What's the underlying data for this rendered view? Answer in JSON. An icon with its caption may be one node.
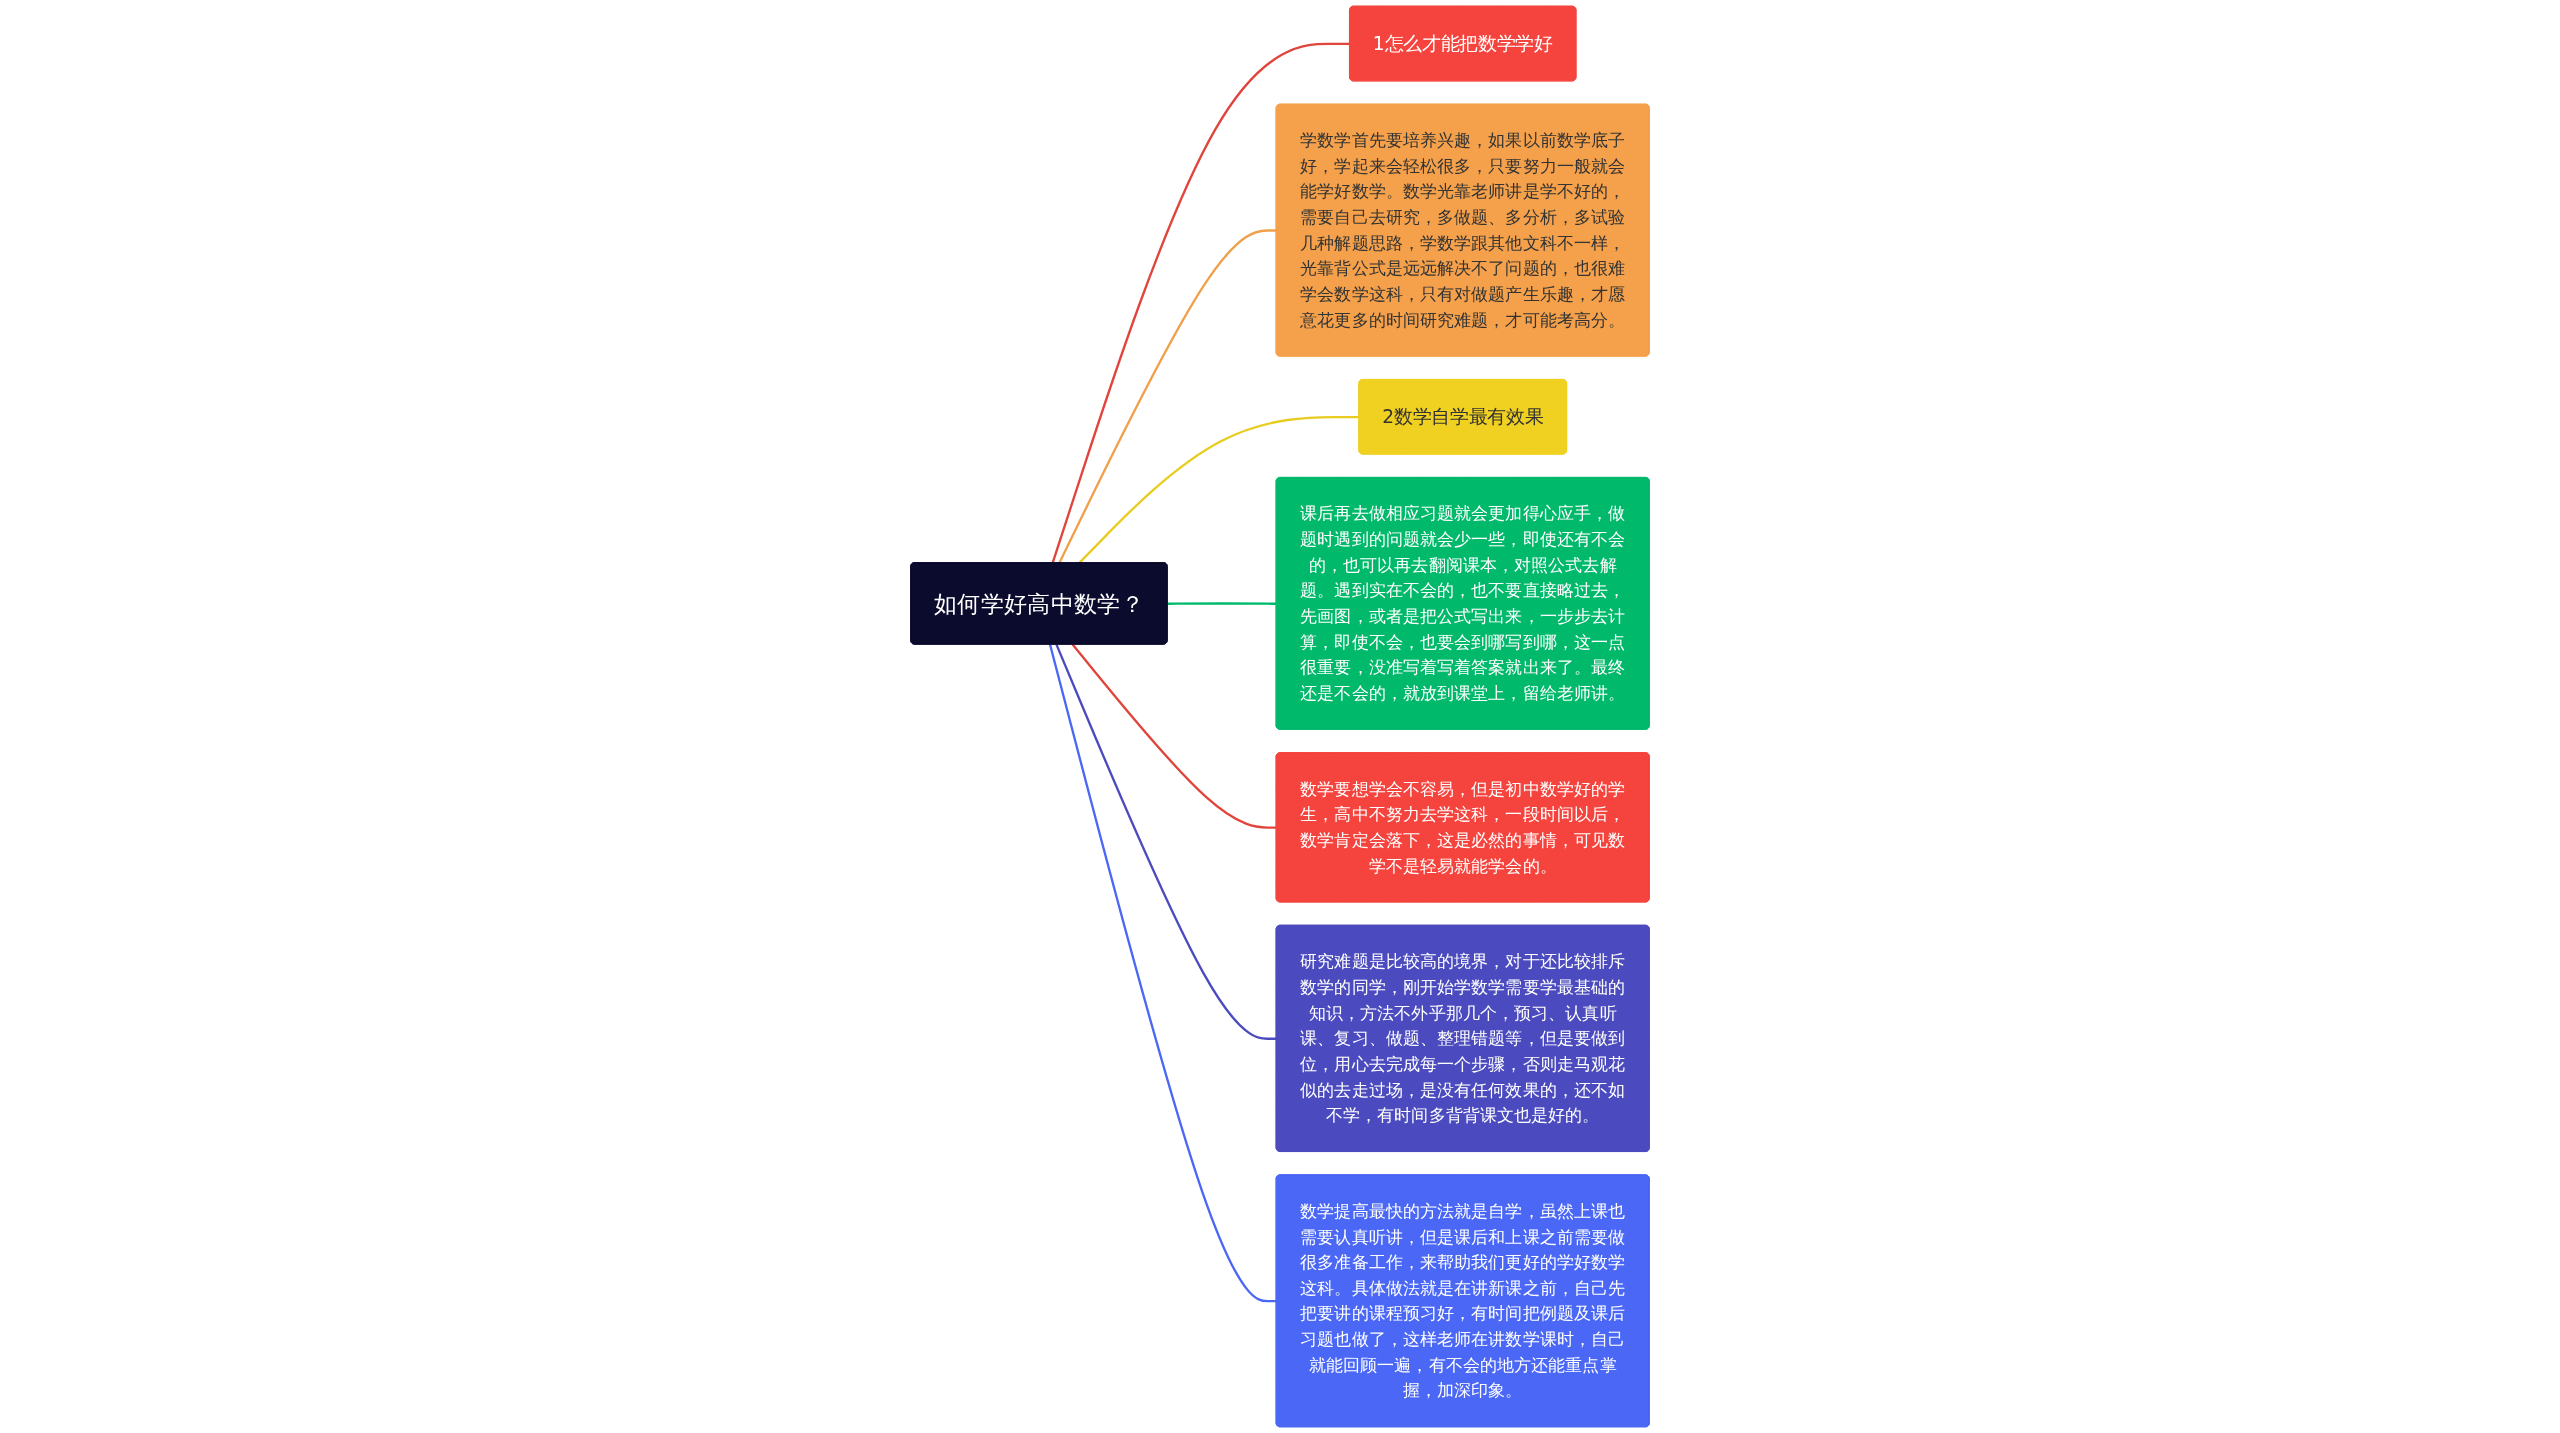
{
  "diagram": {
    "nodes": [
      {
        "text": [
          "如何学好高中数学？"
        ]
      },
      {
        "text": [
          "1怎么才能把数学学好"
        ]
      },
      {
        "text": [
          "学数学首先要培养兴趣，如果以前数学底子好，学起来会轻松很多，只要努力一般就会能学好数学。数学光靠老师讲是学不好的，需要自己去研究，多做题、多分析，多试验几种解题思路，学数学跟其他文科不一样，光靠背公式是远远解决不了问题的，也很难学会数学这科，只有对做题产生乐趣，才愿意花更多的时间研究难题，才可能考高分。"
        ]
      },
      {
        "text": [
          "2数学自学最有效果"
        ]
      },
      {
        "text": [
          "课后再去做相应习题就会更加得心应手，做题时遇到的问题就会少一些，即使还有不会的，也可以再去翻阅课本，对照公式去解题。遇到实在不会的，也不要直接略过去，先画图，或者是把公式写出来，一步步去计算，即使不会，也要会到哪写到哪，这一点很重要，没准写着写着答案就出来了。最终还是不会的，就放到课堂上，留给老师讲。"
        ]
      },
      {
        "text": [
          "数学要想学会不容易，但是初中数学好的学生，高中不努力去学这科，一段时间以后，数学肯定会落下，这是必然的事情，可见数学不是轻易就能学会的。"
        ]
      },
      {
        "text": [
          "研究难题是比较高的境界，对于还比较排斥数学的同学，刚开始学数学需要学最基础的知识，方法不外乎那几个，预习、认真听课、复习、做题、整理错题等，但是要做到位，用心去完成每一个步骤，否则走马观花似的去走过场，是没有任何效果的，还不如不学，有时间多背背课文也是好的。"
        ]
      },
      {
        "text": [
          "数学提高最快的方法就是自学，虽然上课也需要认真听讲，但是课后和上课之前需要做很多准备工作，来帮助我们更好的学好数学这科。具体做法就是在讲新课之前，自己先把要讲的课程预习好，有时间把例题及课后习题也做了，这样老师在讲数学课时，自己就能回顾一遍，有不会的地方还能重点掌握，加深印象。"
        ]
      }
    ],
    "edges": [
      {
        "from": 0,
        "to": 1,
        "arrow": "none",
        "color": "#e0443a"
      },
      {
        "from": 0,
        "to": 2,
        "arrow": "none",
        "color": "#f0a04a"
      },
      {
        "from": 0,
        "to": 3,
        "arrow": "none",
        "color": "#e8cc20"
      },
      {
        "from": 0,
        "to": 4,
        "arrow": "none",
        "color": "#00b96b"
      },
      {
        "from": 0,
        "to": 5,
        "arrow": "none",
        "color": "#e0443a"
      },
      {
        "from": 0,
        "to": 6,
        "arrow": "none",
        "color": "#4b4bbf"
      },
      {
        "from": 0,
        "to": 7,
        "arrow": "none",
        "color": "#4a67f5"
      }
    ]
  }
}
